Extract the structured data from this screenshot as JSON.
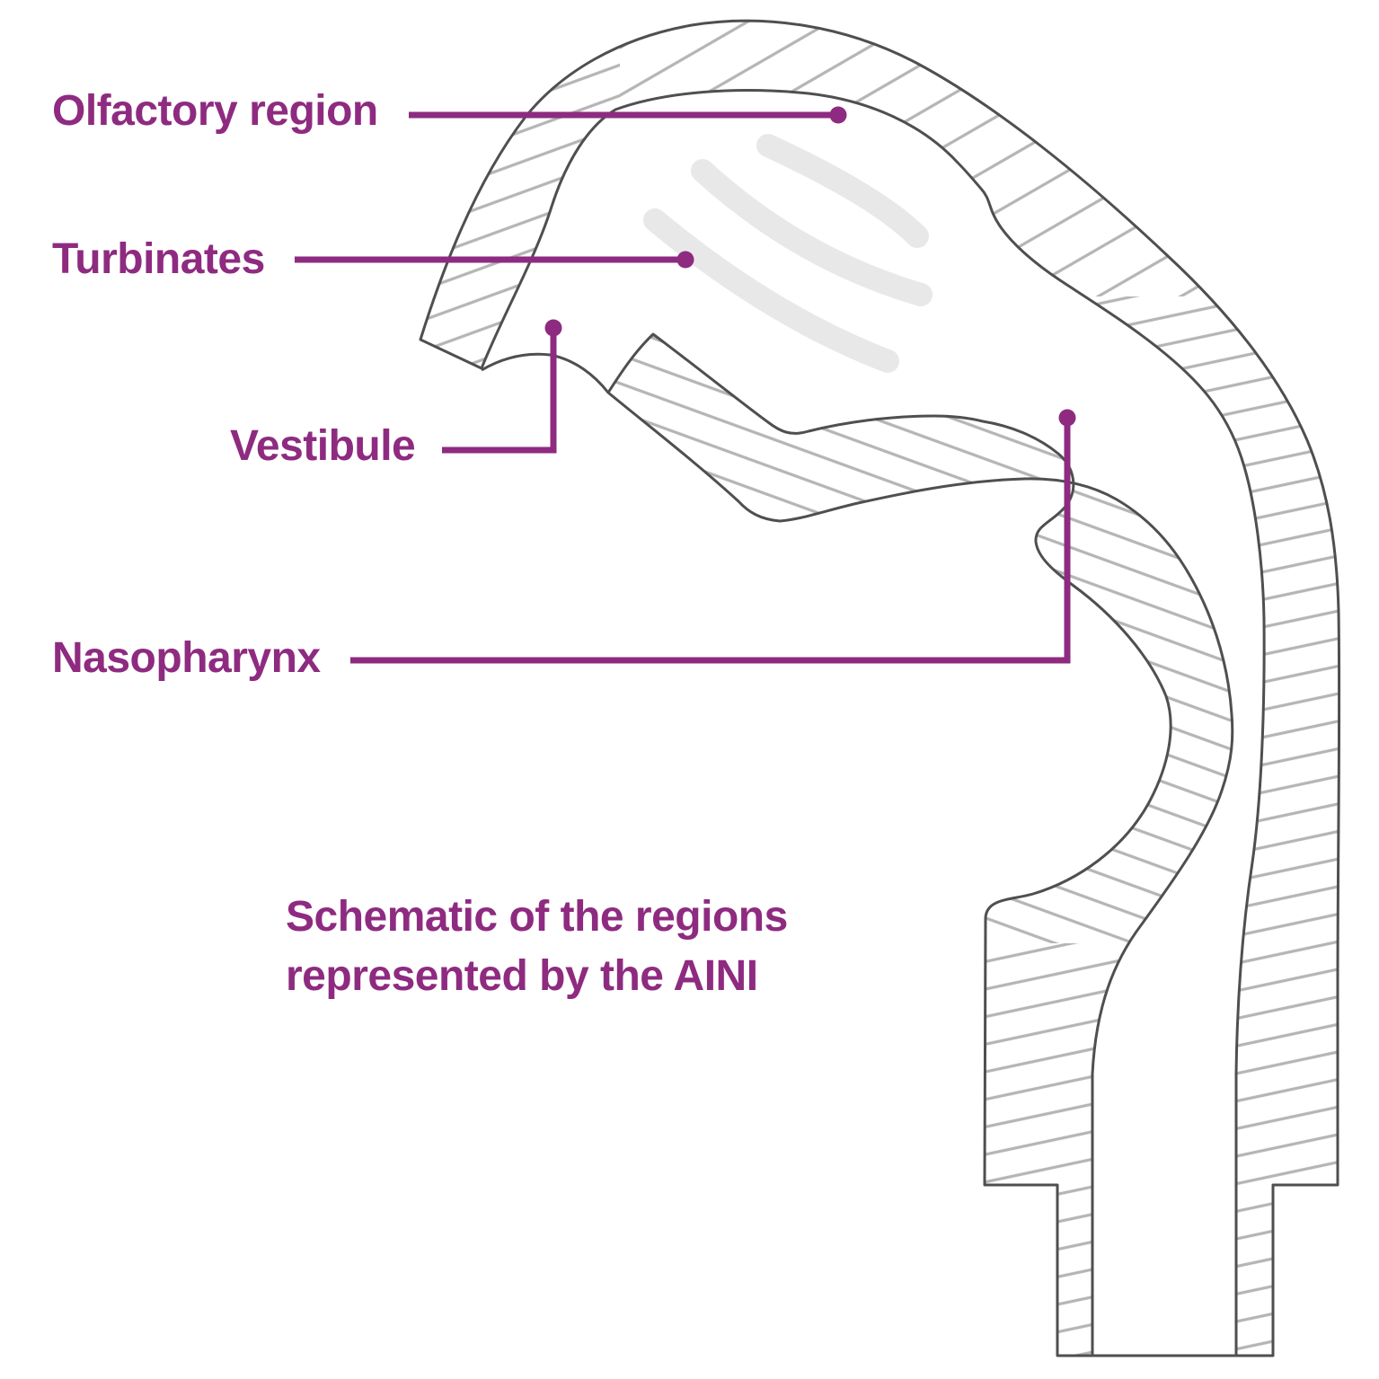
{
  "diagram": {
    "labels": [
      {
        "id": "olfactory-region",
        "text": "Olfactory region"
      },
      {
        "id": "turbinates",
        "text": "Turbinates"
      },
      {
        "id": "vestibule",
        "text": "Vestibule"
      },
      {
        "id": "nasopharynx",
        "text": "Nasopharynx"
      }
    ],
    "caption": {
      "line1": "Schematic of the regions",
      "line2": "represented by the AINI"
    },
    "colors": {
      "label_purple": "#8e2b80",
      "outline_gray": "#4f4f4f",
      "hatch_gray": "#b5b5b5",
      "turbinate_gray": "#e8e8e8",
      "background": "#ffffff"
    }
  }
}
